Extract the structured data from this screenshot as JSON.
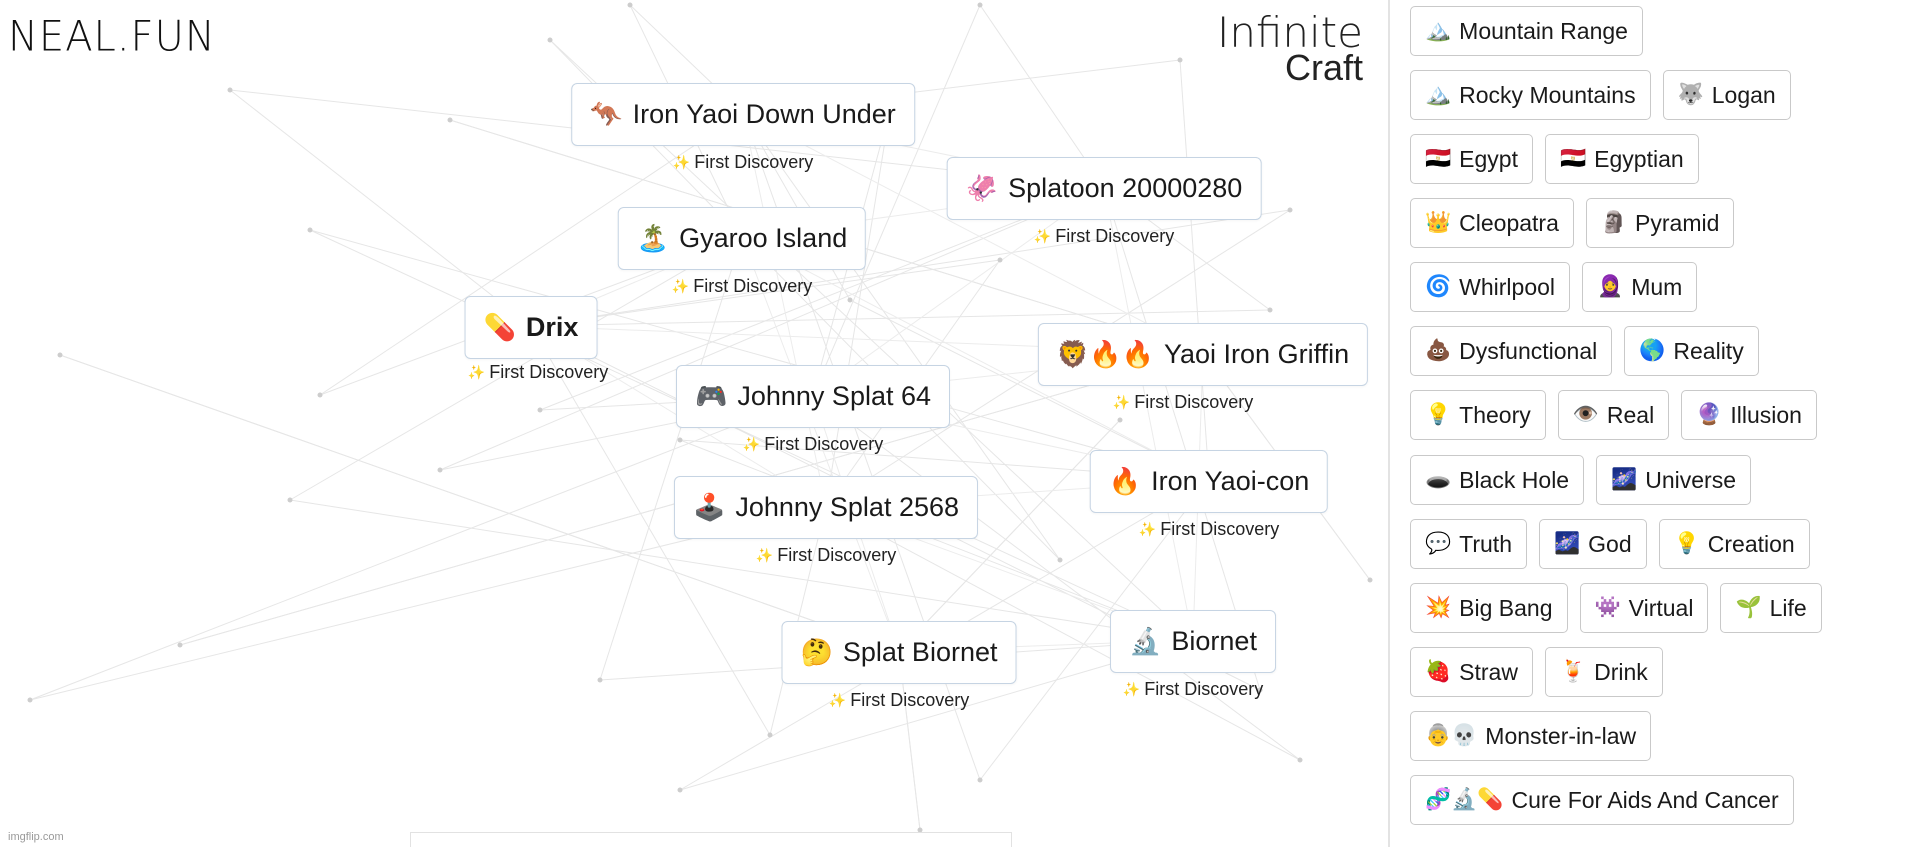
{
  "brand": {
    "left": "NEAL.FUN",
    "right_line1": "Infinite",
    "right_line2": "Craft"
  },
  "canvas": {
    "elements": [
      {
        "id": "iron-yaoi-down-under",
        "emoji": "🦘",
        "label": "Iron Yaoi Down Under",
        "discovery": "First Discovery"
      },
      {
        "id": "splatoon-20000280",
        "emoji": "🦑",
        "label": "Splatoon 20000280",
        "discovery": "First Discovery"
      },
      {
        "id": "gyaroo-island",
        "emoji": "🏝️",
        "label": "Gyaroo Island",
        "discovery": "First Discovery"
      },
      {
        "id": "drix",
        "emoji": "💊",
        "label": "Drix",
        "discovery": "First Discovery"
      },
      {
        "id": "yaoi-iron-griffin",
        "emoji": "🦁🔥🔥",
        "label": "Yaoi Iron Griffin",
        "discovery": "First Discovery"
      },
      {
        "id": "johnny-splat-64",
        "emoji": "🎮",
        "label": "Johnny Splat 64",
        "discovery": "First Discovery"
      },
      {
        "id": "iron-yaoi-con",
        "emoji": "🔥",
        "label": "Iron Yaoi-con",
        "discovery": "First Discovery"
      },
      {
        "id": "johnny-splat-2568",
        "emoji": "🕹️",
        "label": "Johnny Splat 2568",
        "discovery": "First Discovery"
      },
      {
        "id": "biornet",
        "emoji": "🔬",
        "label": "Biornet",
        "discovery": "First Discovery"
      },
      {
        "id": "splat-biornet",
        "emoji": "🤔",
        "label": "Splat Biornet",
        "discovery": "First Discovery"
      }
    ],
    "spark_icon": "✨",
    "watermark": "imgflip.com"
  },
  "sidebar": {
    "rows": [
      [
        {
          "emoji": "🏔️",
          "label": "Mountain Range"
        }
      ],
      [
        {
          "emoji": "🏔️",
          "label": "Rocky Mountains"
        },
        {
          "emoji": "🐺",
          "label": "Logan"
        }
      ],
      [
        {
          "emoji": "🇪🇬",
          "label": "Egypt"
        },
        {
          "emoji": "🇪🇬",
          "label": "Egyptian"
        }
      ],
      [
        {
          "emoji": "👑",
          "label": "Cleopatra"
        },
        {
          "emoji": "🗿",
          "label": "Pyramid"
        }
      ],
      [
        {
          "emoji": "🌀",
          "label": "Whirlpool"
        },
        {
          "emoji": "🧕",
          "label": "Mum"
        }
      ],
      [
        {
          "emoji": "💩",
          "label": "Dysfunctional"
        },
        {
          "emoji": "🌎",
          "label": "Reality"
        }
      ],
      [
        {
          "emoji": "💡",
          "label": "Theory"
        },
        {
          "emoji": "👁️",
          "label": "Real"
        },
        {
          "emoji": "🔮",
          "label": "Illusion"
        }
      ],
      [
        {
          "emoji": "🕳️",
          "label": "Black Hole"
        },
        {
          "emoji": "🌌",
          "label": "Universe"
        }
      ],
      [
        {
          "emoji": "💬",
          "label": "Truth"
        },
        {
          "emoji": "🌌",
          "label": "God"
        },
        {
          "emoji": "💡",
          "label": "Creation"
        }
      ],
      [
        {
          "emoji": "💥",
          "label": "Big Bang"
        },
        {
          "emoji": "👾",
          "label": "Virtual"
        },
        {
          "emoji": "🌱",
          "label": "Life"
        }
      ],
      [
        {
          "emoji": "🍓",
          "label": "Straw"
        },
        {
          "emoji": "🍹",
          "label": "Drink"
        }
      ],
      [
        {
          "emoji": "👵💀",
          "label": "Monster-in-law"
        }
      ],
      [
        {
          "emoji": "🧬🔬💊",
          "label": "Cure For Aids And Cancer"
        }
      ]
    ]
  }
}
